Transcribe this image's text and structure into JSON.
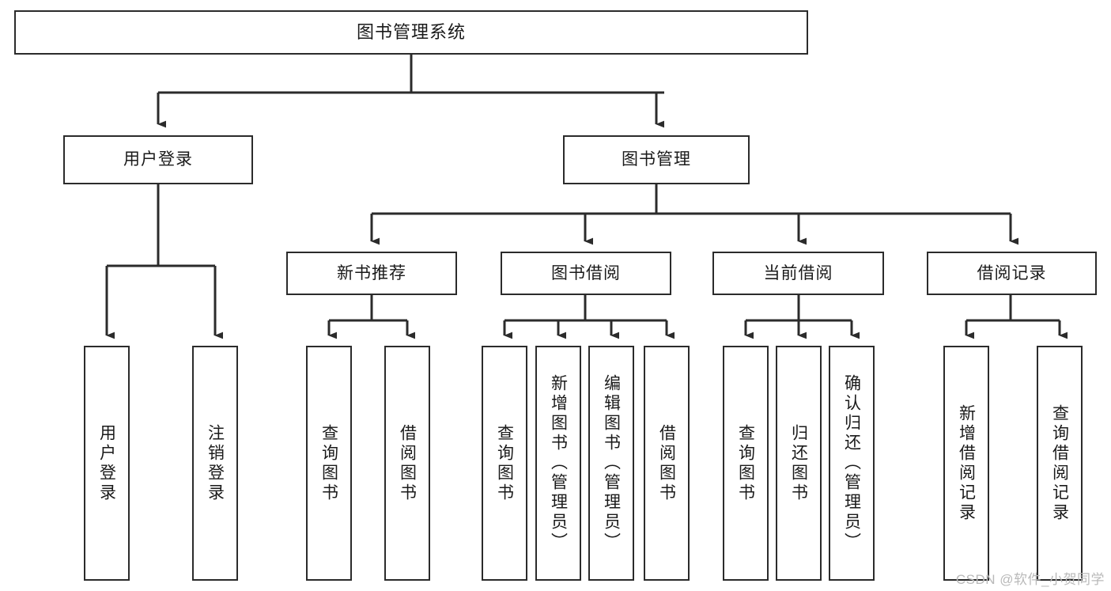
{
  "diagram": {
    "type": "tree-hierarchy",
    "title": "图书管理系统",
    "orientation": "top-down",
    "colors": {
      "background": "#ffffff",
      "box_border": "#2b2b2b",
      "box_fill": "#ffffff",
      "edge": "#2b2b2b",
      "text": "#1a1a1a",
      "watermark": "#b9b9b9"
    },
    "watermark": "CSDN @软件_小贺同学",
    "nodes": {
      "root": {
        "label": "图书管理系统",
        "level": 1
      },
      "level2": [
        {
          "id": "user-login",
          "label": "用户登录"
        },
        {
          "id": "book-manage",
          "label": "图书管理"
        }
      ],
      "level3": [
        {
          "id": "new-book-recommend",
          "label": "新书推荐",
          "parent": "book-manage"
        },
        {
          "id": "book-borrow",
          "label": "图书借阅",
          "parent": "book-manage"
        },
        {
          "id": "current-borrow",
          "label": "当前借阅",
          "parent": "book-manage"
        },
        {
          "id": "borrow-record",
          "label": "借阅记录",
          "parent": "book-manage"
        }
      ],
      "leaves": {
        "user-login": [
          {
            "id": "leaf-user-login",
            "label": "用户登录"
          },
          {
            "id": "leaf-logout",
            "label": "注销登录"
          }
        ],
        "new-book-recommend": [
          {
            "id": "leaf-query-book-1",
            "label": "查询图书"
          },
          {
            "id": "leaf-borrow-book-1",
            "label": "借阅图书"
          }
        ],
        "book-borrow": [
          {
            "id": "leaf-query-book-2",
            "label": "查询图书"
          },
          {
            "id": "leaf-add-book",
            "label": "新增图书（管理员）"
          },
          {
            "id": "leaf-edit-book",
            "label": "编辑图书（管理员）"
          },
          {
            "id": "leaf-borrow-book-2",
            "label": "借阅图书"
          }
        ],
        "current-borrow": [
          {
            "id": "leaf-query-book-3",
            "label": "查询图书"
          },
          {
            "id": "leaf-return-book",
            "label": "归还图书"
          },
          {
            "id": "leaf-confirm-return",
            "label": "确认归还（管理员）"
          }
        ],
        "borrow-record": [
          {
            "id": "leaf-add-record",
            "label": "新增借阅记录"
          },
          {
            "id": "leaf-query-record",
            "label": "查询借阅记录"
          }
        ]
      }
    }
  }
}
